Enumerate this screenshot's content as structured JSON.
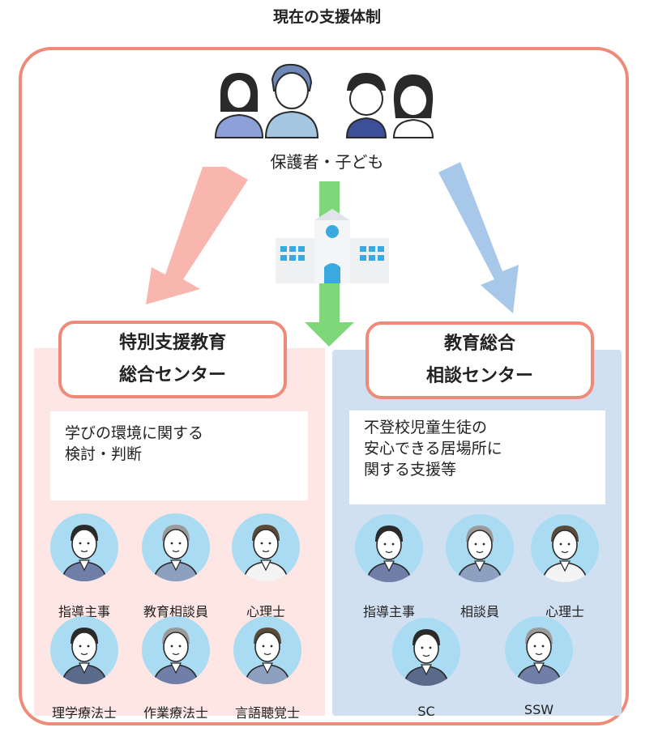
{
  "title": "現在の支援体制",
  "caption": "保護者・子ども",
  "left_center": {
    "line1": "特別支援教育",
    "line2": "総合センター",
    "desc": "学びの環境に関する\n検討・判断"
  },
  "right_center": {
    "line1": "教育総合",
    "line2": "相談センター",
    "desc": "不登校児童生徒の\n安心できる居場所に\n関する支援等"
  },
  "left_staff": [
    {
      "label": "指導主事",
      "icon": "staff-avatar-icon"
    },
    {
      "label": "教育相談員",
      "icon": "staff-avatar-icon"
    },
    {
      "label": "心理士",
      "icon": "staff-avatar-icon"
    },
    {
      "label": "理学療法士",
      "icon": "staff-avatar-icon"
    },
    {
      "label": "作業療法士",
      "icon": "staff-avatar-icon"
    },
    {
      "label": "言語聴覚士",
      "icon": "staff-avatar-icon"
    }
  ],
  "right_staff": [
    {
      "label": "指導主事",
      "icon": "staff-avatar-icon"
    },
    {
      "label": "相談員",
      "icon": "staff-avatar-icon"
    },
    {
      "label": "心理士",
      "icon": "staff-avatar-icon"
    },
    {
      "label": "SC",
      "icon": "staff-avatar-icon"
    },
    {
      "label": "SSW",
      "icon": "staff-avatar-icon"
    }
  ],
  "colors": {
    "frame": "#f08a78",
    "left_panel": "#fde6e3",
    "right_panel": "#d0e0f0",
    "arrow_pink": "#f8b6ae",
    "arrow_blue": "#a8c8ea",
    "arrow_green": "#7ed87a",
    "avatar_bg": "#a9dcf2"
  }
}
